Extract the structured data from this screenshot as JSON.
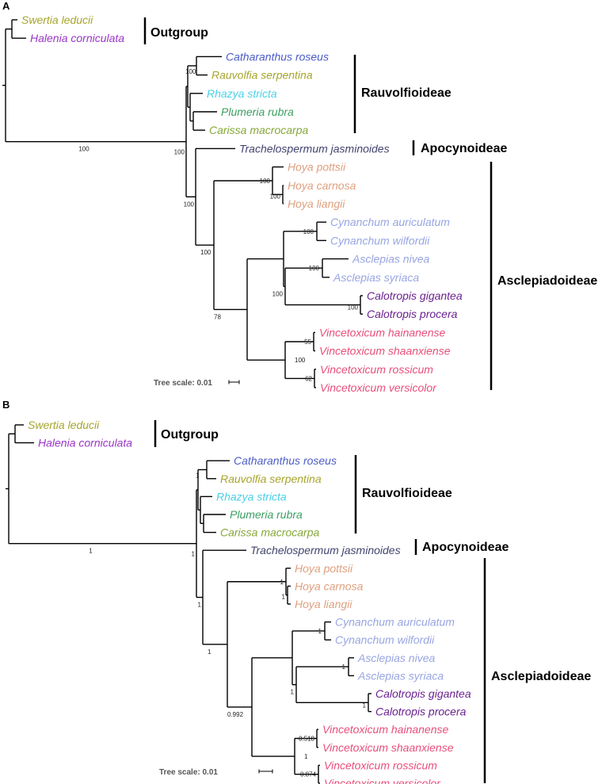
{
  "colors": {
    "olive": "#a7a52c",
    "purple": "#9a36c9",
    "blue": "#4b5cc8",
    "cyan": "#4ad0e6",
    "green": "#3b9e62",
    "green2": "#86a83a",
    "slate": "#42446e",
    "salmon": "#dea07f",
    "lavender": "#98a5e2",
    "violet": "#6a218f",
    "pink": "#e84f7c"
  },
  "taxa": {
    "t1": {
      "label": "Swertia leducii",
      "color": "olive"
    },
    "t2": {
      "label": "Halenia corniculata",
      "color": "purple"
    },
    "t3": {
      "label": "Catharanthus roseus",
      "color": "blue"
    },
    "t4": {
      "label": "Rauvolfia serpentina",
      "color": "olive"
    },
    "t5": {
      "label": "Rhazya stricta",
      "color": "cyan"
    },
    "t6": {
      "label": "Plumeria rubra",
      "color": "green"
    },
    "t7": {
      "label": "Carissa macrocarpa",
      "color": "green2"
    },
    "t8": {
      "label": "Trachelospermum jasminoides",
      "color": "slate"
    },
    "t9": {
      "label": "Hoya pottsii",
      "color": "salmon"
    },
    "t10": {
      "label": "Hoya carnosa",
      "color": "salmon"
    },
    "t11": {
      "label": "Hoya liangii",
      "color": "salmon"
    },
    "t12": {
      "label": "Cynanchum auriculatum",
      "color": "lavender"
    },
    "t13": {
      "label": "Cynanchum wilfordii",
      "color": "lavender"
    },
    "t14": {
      "label": "Asclepias nivea",
      "color": "lavender"
    },
    "t15": {
      "label": "Asclepias syriaca",
      "color": "lavender"
    },
    "t16": {
      "label": "Calotropis gigantea",
      "color": "violet"
    },
    "t17": {
      "label": "Calotropis procera",
      "color": "violet"
    },
    "t18": {
      "label": "Vincetoxicum hainanense",
      "color": "pink"
    },
    "t19": {
      "label": "Vincetoxicum shaanxiense",
      "color": "pink"
    },
    "t20": {
      "label": "Vincetoxicum rossicum",
      "color": "pink"
    },
    "t21": {
      "label": "Vincetoxicum versicolor",
      "color": "pink"
    }
  },
  "clades": {
    "outgroup": "Outgroup",
    "rauvolfioideae": "Rauvolfioideae",
    "apocynoideae": "Apocynoideae",
    "asclepiadoideae": "Asclepiadoideae"
  },
  "panels": {
    "A": {
      "label": "A",
      "scale_label": "Tree scale: 0.01",
      "supports": {
        "root": "100",
        "raucomb": "100",
        "n_apoc": "100",
        "n_cr": "100",
        "n_hoyaAll": "100",
        "n_hoya": "100",
        "n_hlc": "100",
        "n_cyn": "100",
        "n_asc": "100",
        "n_ascl": "100",
        "n_calo": "100",
        "n_cv": "78",
        "n_vin": "100",
        "n_vhs": "55",
        "n_vrv": "62"
      }
    },
    "B": {
      "label": "B",
      "scale_label": "Tree scale: 0.01",
      "supports": {
        "root": "1",
        "raucomb": "1",
        "n_apoc": "1",
        "n_cr": "1",
        "n_hoyaAll": "1",
        "n_hoya": "1",
        "n_hlc": "1",
        "n_cyn": "1",
        "n_asc": "1",
        "n_ascl": "1",
        "n_calo": "1",
        "n_cv": "0.992",
        "n_vin": "1",
        "n_vhs": "0.518",
        "n_vrv": "0.874"
      }
    }
  }
}
